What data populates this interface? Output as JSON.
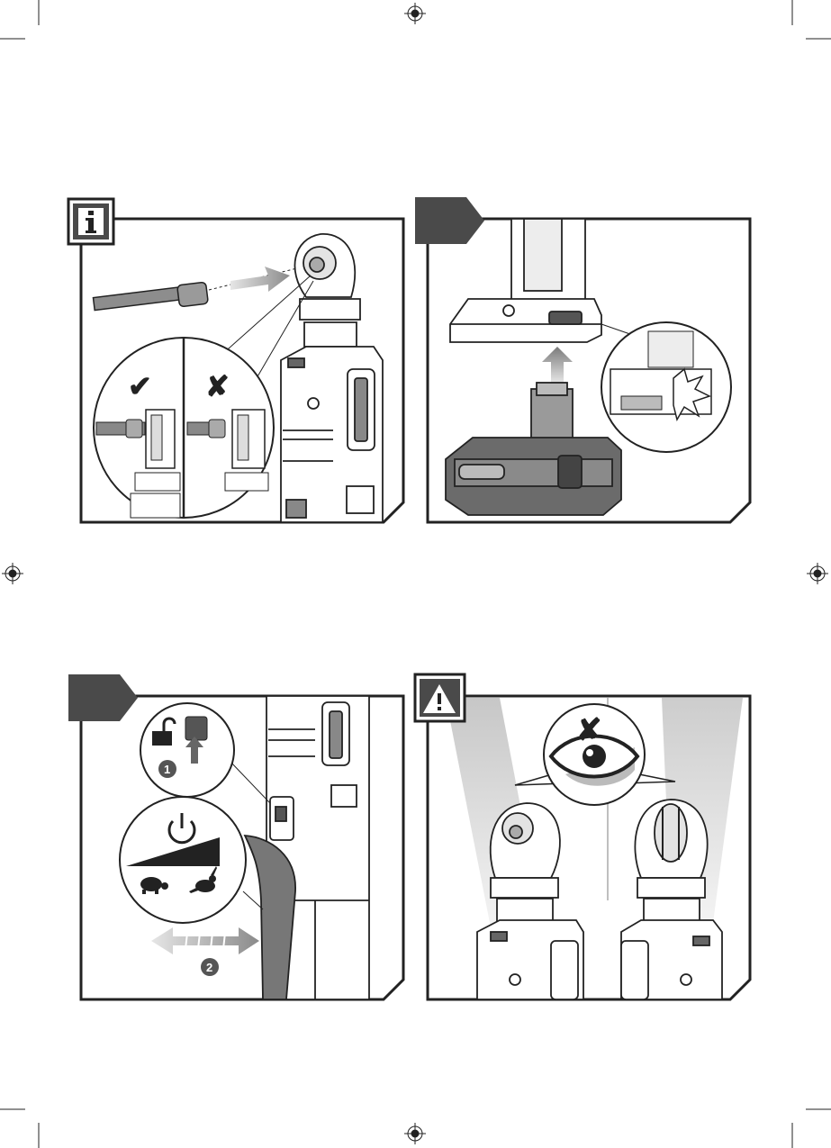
{
  "page": {
    "background": "#ffffff",
    "ink": "#222222",
    "tab_fill": "#4a4a4a"
  },
  "panels": [
    {
      "id": "info",
      "badge_icon": "info-icon",
      "symbols": {
        "correct": "✔",
        "wrong": "✘"
      }
    },
    {
      "id": "battery",
      "badge_icon": "blank-tab"
    },
    {
      "id": "switch",
      "badge_icon": "blank-tab",
      "steps": [
        "1",
        "2"
      ],
      "icons": [
        "unlock-icon",
        "power-icon",
        "speed-ramp-icon",
        "turtle-icon",
        "rabbit-icon"
      ]
    },
    {
      "id": "warning",
      "badge_icon": "warning-icon",
      "symbols": {
        "forbidden": "✘"
      },
      "icons": [
        "eye-icon"
      ]
    }
  ]
}
